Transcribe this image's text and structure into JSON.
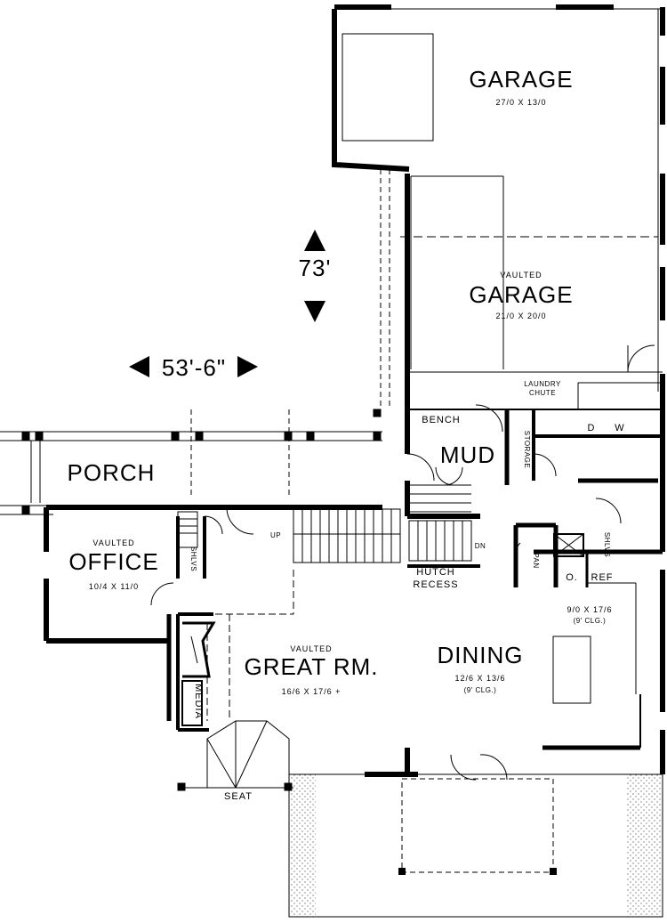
{
  "rooms": {
    "garage_upper": {
      "name": "GARAGE",
      "dims": "27/0 X 13/0"
    },
    "garage_lower": {
      "note": "VAULTED",
      "name": "GARAGE",
      "dims": "21/0 X 20/0"
    },
    "porch": {
      "name": "PORCH"
    },
    "office": {
      "note": "VAULTED",
      "name": "OFFICE",
      "dims": "10/4 X 11/0"
    },
    "mud": {
      "name": "MUD"
    },
    "bench": {
      "name": "BENCH"
    },
    "storage": {
      "name": "STORAGE"
    },
    "laundry": {
      "name": "LAUNDRY",
      "sub": "CHUTE"
    },
    "w": {
      "name": "W"
    },
    "d": {
      "name": "D"
    },
    "hutch": {
      "name": "HUTCH",
      "sub": "RECESS"
    },
    "pan": {
      "name": "PAN"
    },
    "ref": {
      "name": "REF"
    },
    "o": {
      "name": "O."
    },
    "kitchen": {
      "dims": "9/0 X 17/6",
      "ceiling": "(9' CLG.)"
    },
    "dining": {
      "name": "DINING",
      "dims": "12/6 X 13/6",
      "ceiling": "(9' CLG.)"
    },
    "great": {
      "note": "VAULTED",
      "name": "GREAT RM.",
      "dims": "16/6 X 17/6 +"
    },
    "media": {
      "name": "MEDIA"
    },
    "seat": {
      "name": "SEAT"
    },
    "shelves_left": {
      "name": "SHLVS"
    },
    "shelves_right": {
      "name": "SHLVS"
    },
    "up": {
      "name": "UP"
    },
    "dn": {
      "name": "DN"
    }
  },
  "dimensions": {
    "depth": "73'",
    "width": "53'-6\""
  }
}
